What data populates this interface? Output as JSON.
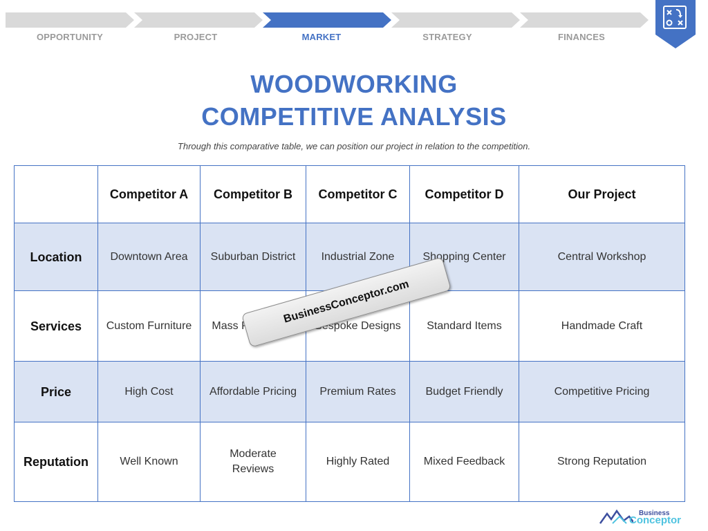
{
  "steps": [
    {
      "label": "OPPORTUNITY",
      "active": false
    },
    {
      "label": "PROJECT",
      "active": false
    },
    {
      "label": "MARKET",
      "active": true
    },
    {
      "label": "STRATEGY",
      "active": false
    },
    {
      "label": "FINANCES",
      "active": false
    }
  ],
  "colors": {
    "accent": "#4472c4",
    "inactive": "#d9d9d9",
    "row_shade": "#dae3f3"
  },
  "title_line1": "WOODWORKING",
  "title_line2": "COMPETITIVE ANALYSIS",
  "subtitle": "Through this comparative table, we can position our project in relation to the competition.",
  "table": {
    "headers": [
      "",
      "Competitor A",
      "Competitor B",
      "Competitor C",
      "Competitor D",
      "Our Project"
    ],
    "rows": [
      {
        "label": "Location",
        "cells": [
          "Downtown Area",
          "Suburban District",
          "Industrial Zone",
          "Shopping Center",
          "Central Workshop"
        ]
      },
      {
        "label": "Services",
        "cells": [
          "Custom Furniture",
          "Mass Production",
          "Bespoke Designs",
          "Standard Items",
          "Handmade Craft"
        ]
      },
      {
        "label": "Price",
        "cells": [
          "High Cost",
          "Affordable Pricing",
          "Premium Rates",
          "Budget Friendly",
          "Competitive Pricing"
        ]
      },
      {
        "label": "Reputation",
        "cells": [
          "Well Known",
          "Moderate Reviews",
          "Highly Rated",
          "Mixed Feedback",
          "Strong Reputation"
        ]
      }
    ]
  },
  "watermark": "BusinessConceptor.com",
  "logo": {
    "line1": "Business",
    "line2": "Conceptor"
  },
  "badge_icon": "strategy-board-icon"
}
